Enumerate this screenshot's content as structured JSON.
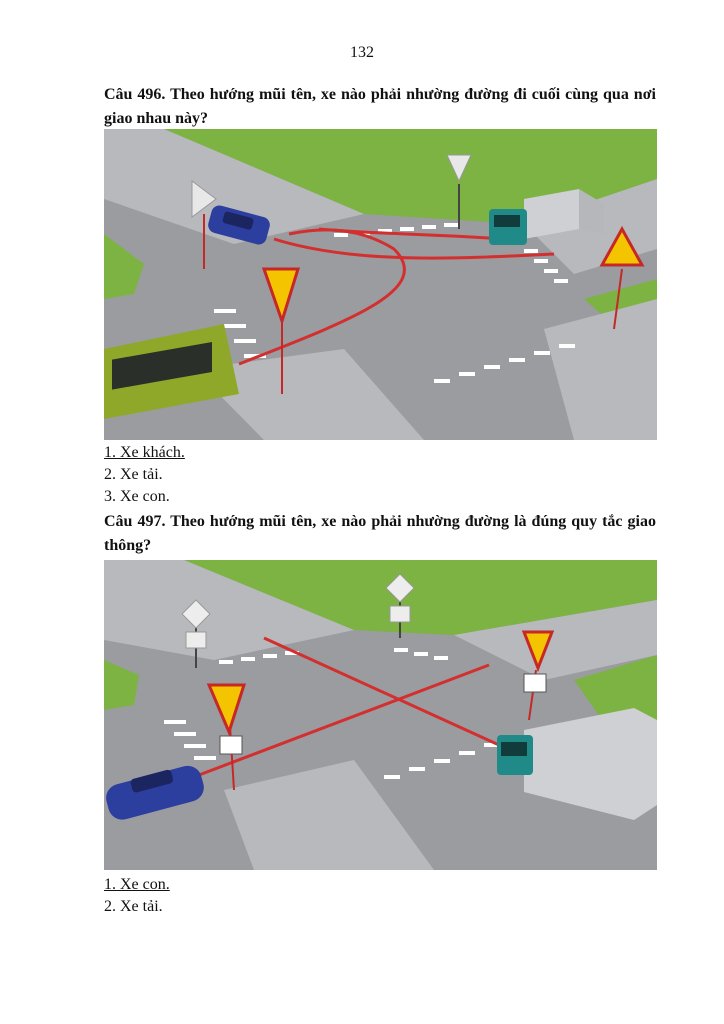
{
  "page": {
    "number": "132"
  },
  "questions": [
    {
      "title": "Câu 496. Theo hướng mũi tên, xe nào phải nhường đường đi cuối cùng qua nơi giao nhau này?",
      "answers": [
        "1. Xe khách.",
        "2. Xe tải.",
        "3. Xe con."
      ],
      "correct_index": 0
    },
    {
      "title": "Câu 497. Theo hướng mũi tên, xe nào phải nhường đường là đúng quy tắc giao thông?",
      "answers": [
        "1. Xe con.",
        "2. Xe tải."
      ],
      "correct_index": 0
    }
  ],
  "colors": {
    "road": "#9a9ca0",
    "grass": "#7cb342",
    "arrow": "#d32f2f",
    "bus": "#8fa82a",
    "truck_cab": "#1f8a87",
    "car": "#2c3e9e",
    "sign_yellow": "#f5c400"
  }
}
